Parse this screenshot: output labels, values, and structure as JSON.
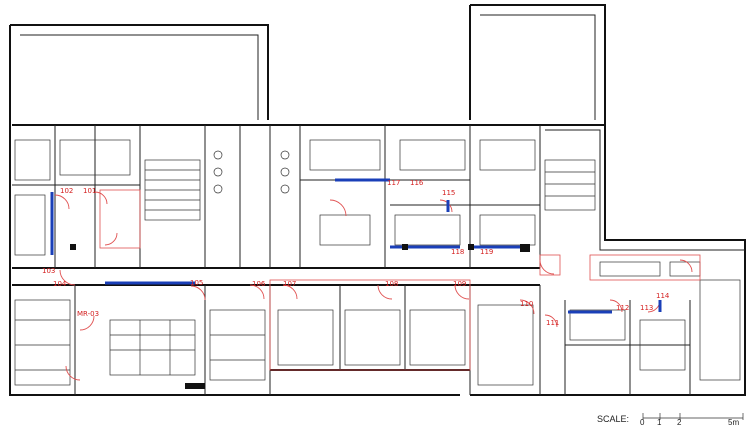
{
  "rooms": [
    {
      "id": "r102",
      "label": "102"
    },
    {
      "id": "r101",
      "label": "101"
    },
    {
      "id": "r103",
      "label": "103"
    },
    {
      "id": "r104",
      "label": "104"
    },
    {
      "id": "r105",
      "label": "105"
    },
    {
      "id": "r106",
      "label": "106"
    },
    {
      "id": "r107",
      "label": "107"
    },
    {
      "id": "r108",
      "label": "108"
    },
    {
      "id": "r109",
      "label": "109"
    },
    {
      "id": "r110",
      "label": "110"
    },
    {
      "id": "r111",
      "label": "111"
    },
    {
      "id": "r112",
      "label": "112"
    },
    {
      "id": "r113",
      "label": "113"
    },
    {
      "id": "r114",
      "label": "114"
    },
    {
      "id": "r115",
      "label": "115"
    },
    {
      "id": "r116",
      "label": "116"
    },
    {
      "id": "r117",
      "label": "117"
    },
    {
      "id": "r118",
      "label": "118"
    },
    {
      "id": "r119",
      "label": "119"
    },
    {
      "id": "rmr03",
      "label": "MR-03"
    }
  ],
  "scale": {
    "label": "SCALE:",
    "ticks": [
      "0",
      "1",
      "2",
      "5m"
    ]
  }
}
